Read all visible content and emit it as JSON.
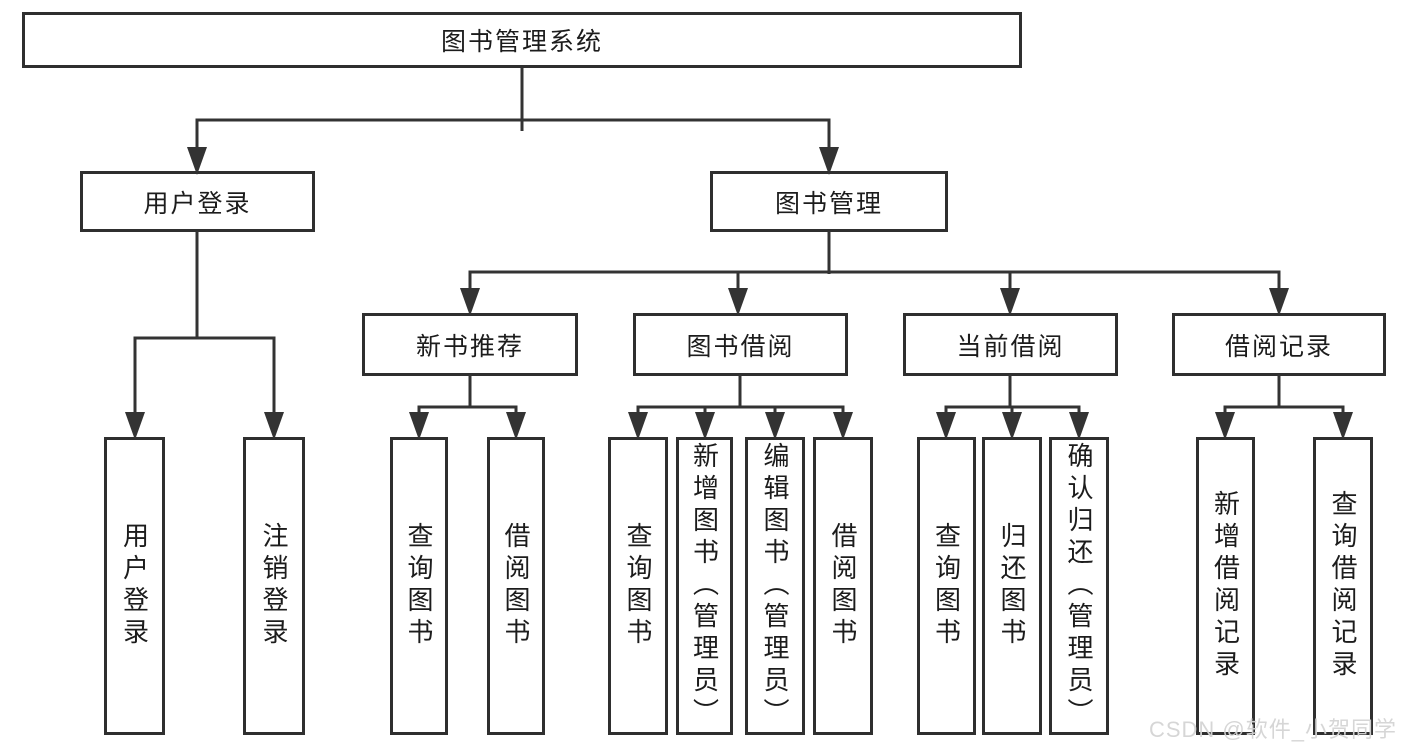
{
  "tree": {
    "root": {
      "label": "图书管理系统"
    },
    "children": [
      {
        "label": "用户登录",
        "children": [
          {
            "label": "用户登录"
          },
          {
            "label": "注销登录"
          }
        ]
      },
      {
        "label": "图书管理",
        "children": [
          {
            "label": "新书推荐",
            "children": [
              {
                "label": "查询图书"
              },
              {
                "label": "借阅图书"
              }
            ]
          },
          {
            "label": "图书借阅",
            "children": [
              {
                "label": "查询图书"
              },
              {
                "label": "新增图书（管理员）"
              },
              {
                "label": "编辑图书（管理员）"
              },
              {
                "label": "借阅图书"
              }
            ]
          },
          {
            "label": "当前借阅",
            "children": [
              {
                "label": "查询图书"
              },
              {
                "label": "归还图书"
              },
              {
                "label": "确认归还（管理员）"
              }
            ]
          },
          {
            "label": "借阅记录",
            "children": [
              {
                "label": "新增借阅记录"
              },
              {
                "label": "查询借阅记录"
              }
            ]
          }
        ]
      }
    ]
  },
  "watermark": {
    "text": "CSDN @软件_小贺同学"
  },
  "colors": {
    "line": "#333333",
    "border": "#2f2f2f",
    "text": "#1c1c1c",
    "background": "#ffffff",
    "watermark": "#d4d4d4"
  }
}
